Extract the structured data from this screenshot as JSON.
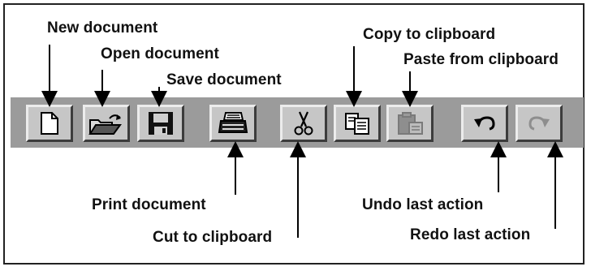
{
  "toolbar": {
    "buttons": [
      {
        "id": "new",
        "icon": "new-document-icon",
        "enabled": true
      },
      {
        "id": "open",
        "icon": "open-folder-icon",
        "enabled": true
      },
      {
        "id": "save",
        "icon": "floppy-disk-icon",
        "enabled": true
      },
      {
        "id": "print",
        "icon": "printer-icon",
        "enabled": true
      },
      {
        "id": "cut",
        "icon": "scissors-icon",
        "enabled": true
      },
      {
        "id": "copy",
        "icon": "copy-icon",
        "enabled": true
      },
      {
        "id": "paste",
        "icon": "clipboard-paste-icon",
        "enabled": false
      },
      {
        "id": "undo",
        "icon": "undo-arrow-icon",
        "enabled": true
      },
      {
        "id": "redo",
        "icon": "redo-arrow-icon",
        "enabled": false
      }
    ]
  },
  "labels": {
    "new": "New document",
    "open": "Open document",
    "save": "Save document",
    "print": "Print document",
    "cut": "Cut to clipboard",
    "copy": "Copy to clipboard",
    "paste": "Paste from clipboard",
    "undo": "Undo last action",
    "redo": "Redo last action"
  },
  "colors": {
    "toolbar": "#9b9b9b",
    "button_face": "#c6c6c6",
    "disabled_icon": "#8e8e8e"
  }
}
